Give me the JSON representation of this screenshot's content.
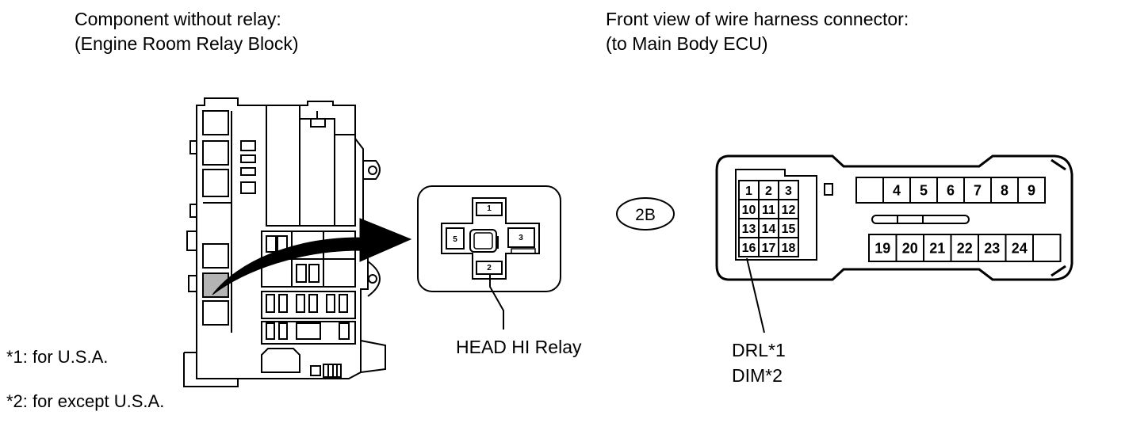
{
  "left_heading": {
    "line1": "Component without relay:",
    "line2": "(Engine Room Relay Block)"
  },
  "right_heading": {
    "line1": "Front view of wire harness connector:",
    "line2": "(to Main Body ECU)"
  },
  "relay": {
    "label": "HEAD HI Relay",
    "terminals": [
      "1",
      "5",
      "3",
      "2"
    ]
  },
  "connector": {
    "code": "2B",
    "left_block_pins": [
      "1",
      "2",
      "3",
      "10",
      "11",
      "12",
      "13",
      "14",
      "15",
      "16",
      "17",
      "18"
    ],
    "top_row_pins": [
      "",
      "4",
      "5",
      "6",
      "7",
      "8",
      "9"
    ],
    "bottom_row_pins": [
      "19",
      "20",
      "21",
      "22",
      "23",
      "24",
      ""
    ],
    "pin_label_line1": "DRL*1",
    "pin_label_line2": "DIM*2"
  },
  "notes": {
    "note1": "*1: for U.S.A.",
    "note2": "*2: for except U.S.A."
  },
  "colors": {
    "line": "#000000",
    "highlight_fuse": "#b4b4b4"
  }
}
